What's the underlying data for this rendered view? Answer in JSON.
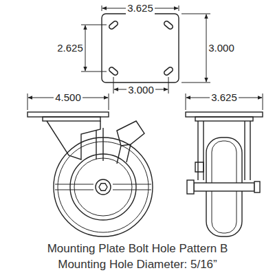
{
  "diagram": {
    "labels": [
      "3.625",
      "2.625",
      "3.000",
      "3.000",
      "4.500",
      "3.625",
      "Mounting Plate Bolt Hole Pattern B",
      "Mounting Hole Diameter: 5/16”"
    ]
  }
}
